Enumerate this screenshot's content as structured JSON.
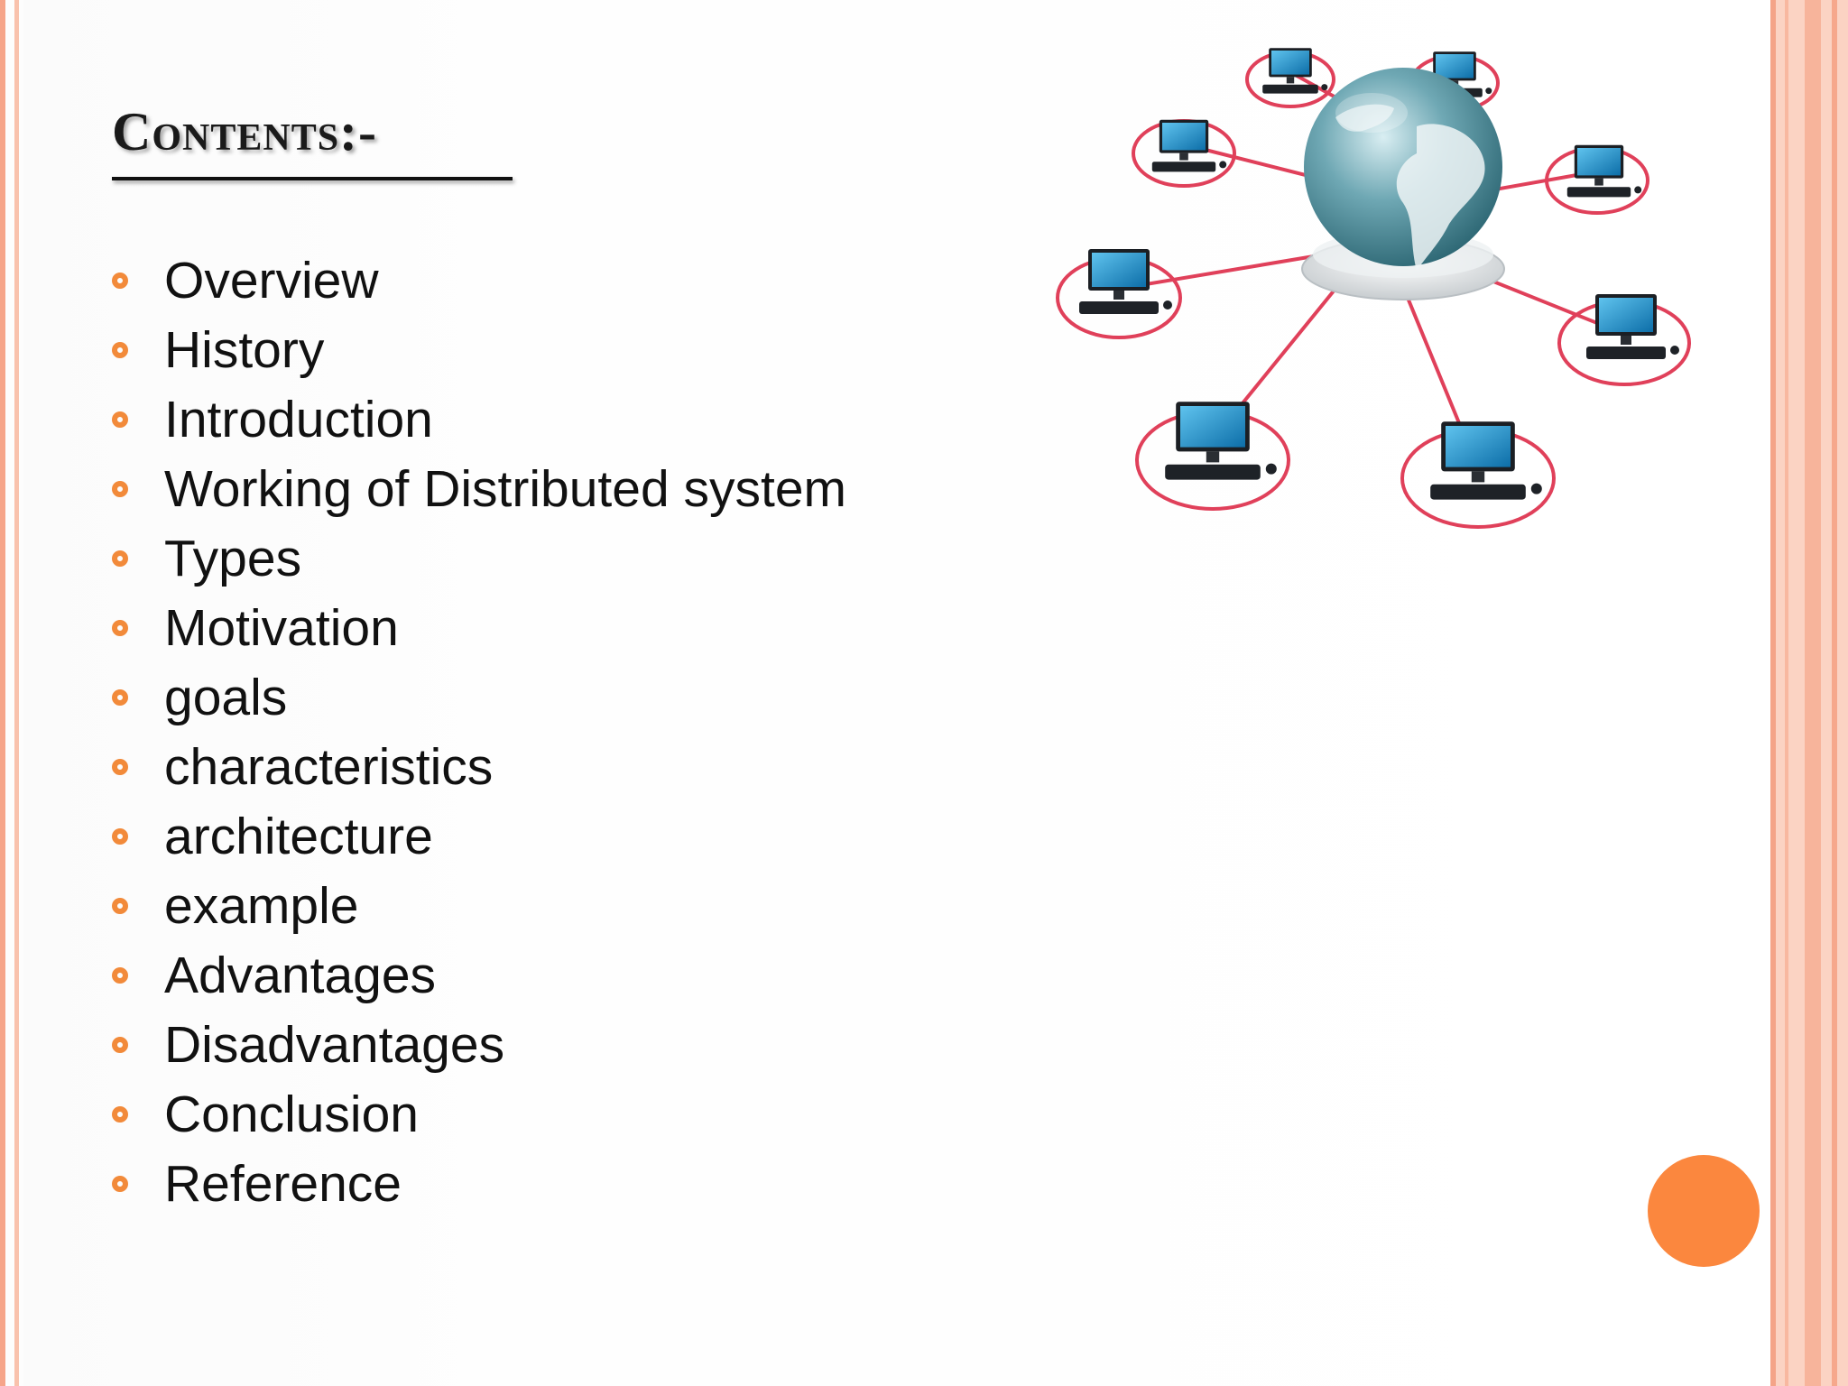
{
  "slide": {
    "title": "Contents:-",
    "items": [
      "Overview",
      "History",
      "Introduction",
      "Working of Distributed system",
      "Types",
      "Motivation",
      "goals",
      "characteristics",
      "architecture",
      "example",
      "Advantages",
      "Disadvantages",
      "Conclusion",
      "Reference"
    ]
  },
  "colors": {
    "bullet": "#f28a3a",
    "accent_dot": "#fb873e",
    "border": "#f6a58a",
    "network_link": "#e0405a"
  },
  "icons": {
    "bullet": "hollow-circle-bullet",
    "illustration": "globe-network-icon"
  }
}
